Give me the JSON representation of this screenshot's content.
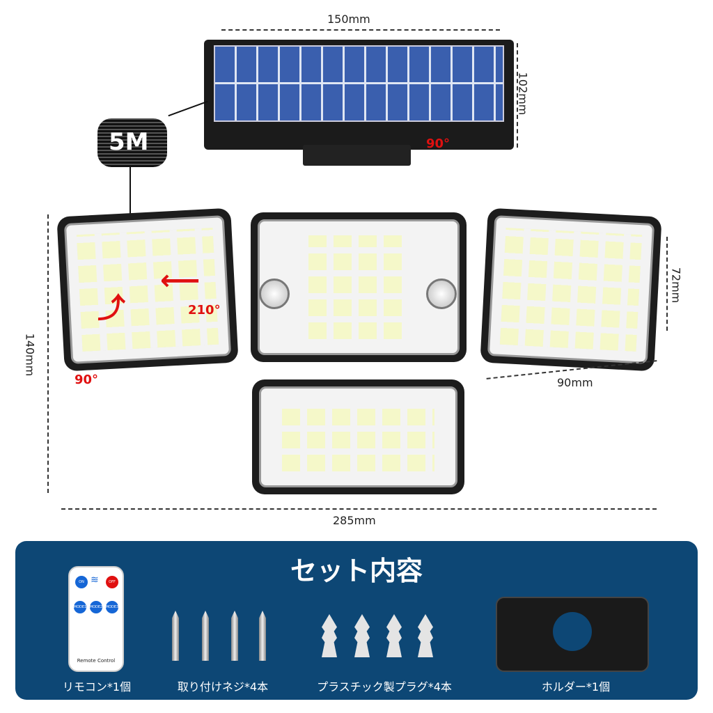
{
  "dimensions": {
    "solar_width": "150mm",
    "solar_height": "102mm",
    "cable_length": "5M",
    "total_height": "140mm",
    "side_height": "72mm",
    "side_width": "90mm",
    "total_width": "285mm"
  },
  "rotation": {
    "solar": "90°",
    "side_horizontal": "210°",
    "side_vertical": "90°"
  },
  "remote": {
    "on": "ON",
    "off": "OFF",
    "mode1": "MODE1",
    "mode2": "MODE2",
    "mode3": "MODE3",
    "caption": "Remote Control"
  },
  "set_contents": {
    "title": "セット内容",
    "items": [
      {
        "label": "リモコン*1個"
      },
      {
        "label": "取り付けネジ*4本"
      },
      {
        "label": "プラスチック製プラグ*4本"
      },
      {
        "label": "ホルダー*1個"
      }
    ]
  },
  "colors": {
    "panel_bg": "#0d4775",
    "arrow": "#e01010"
  }
}
